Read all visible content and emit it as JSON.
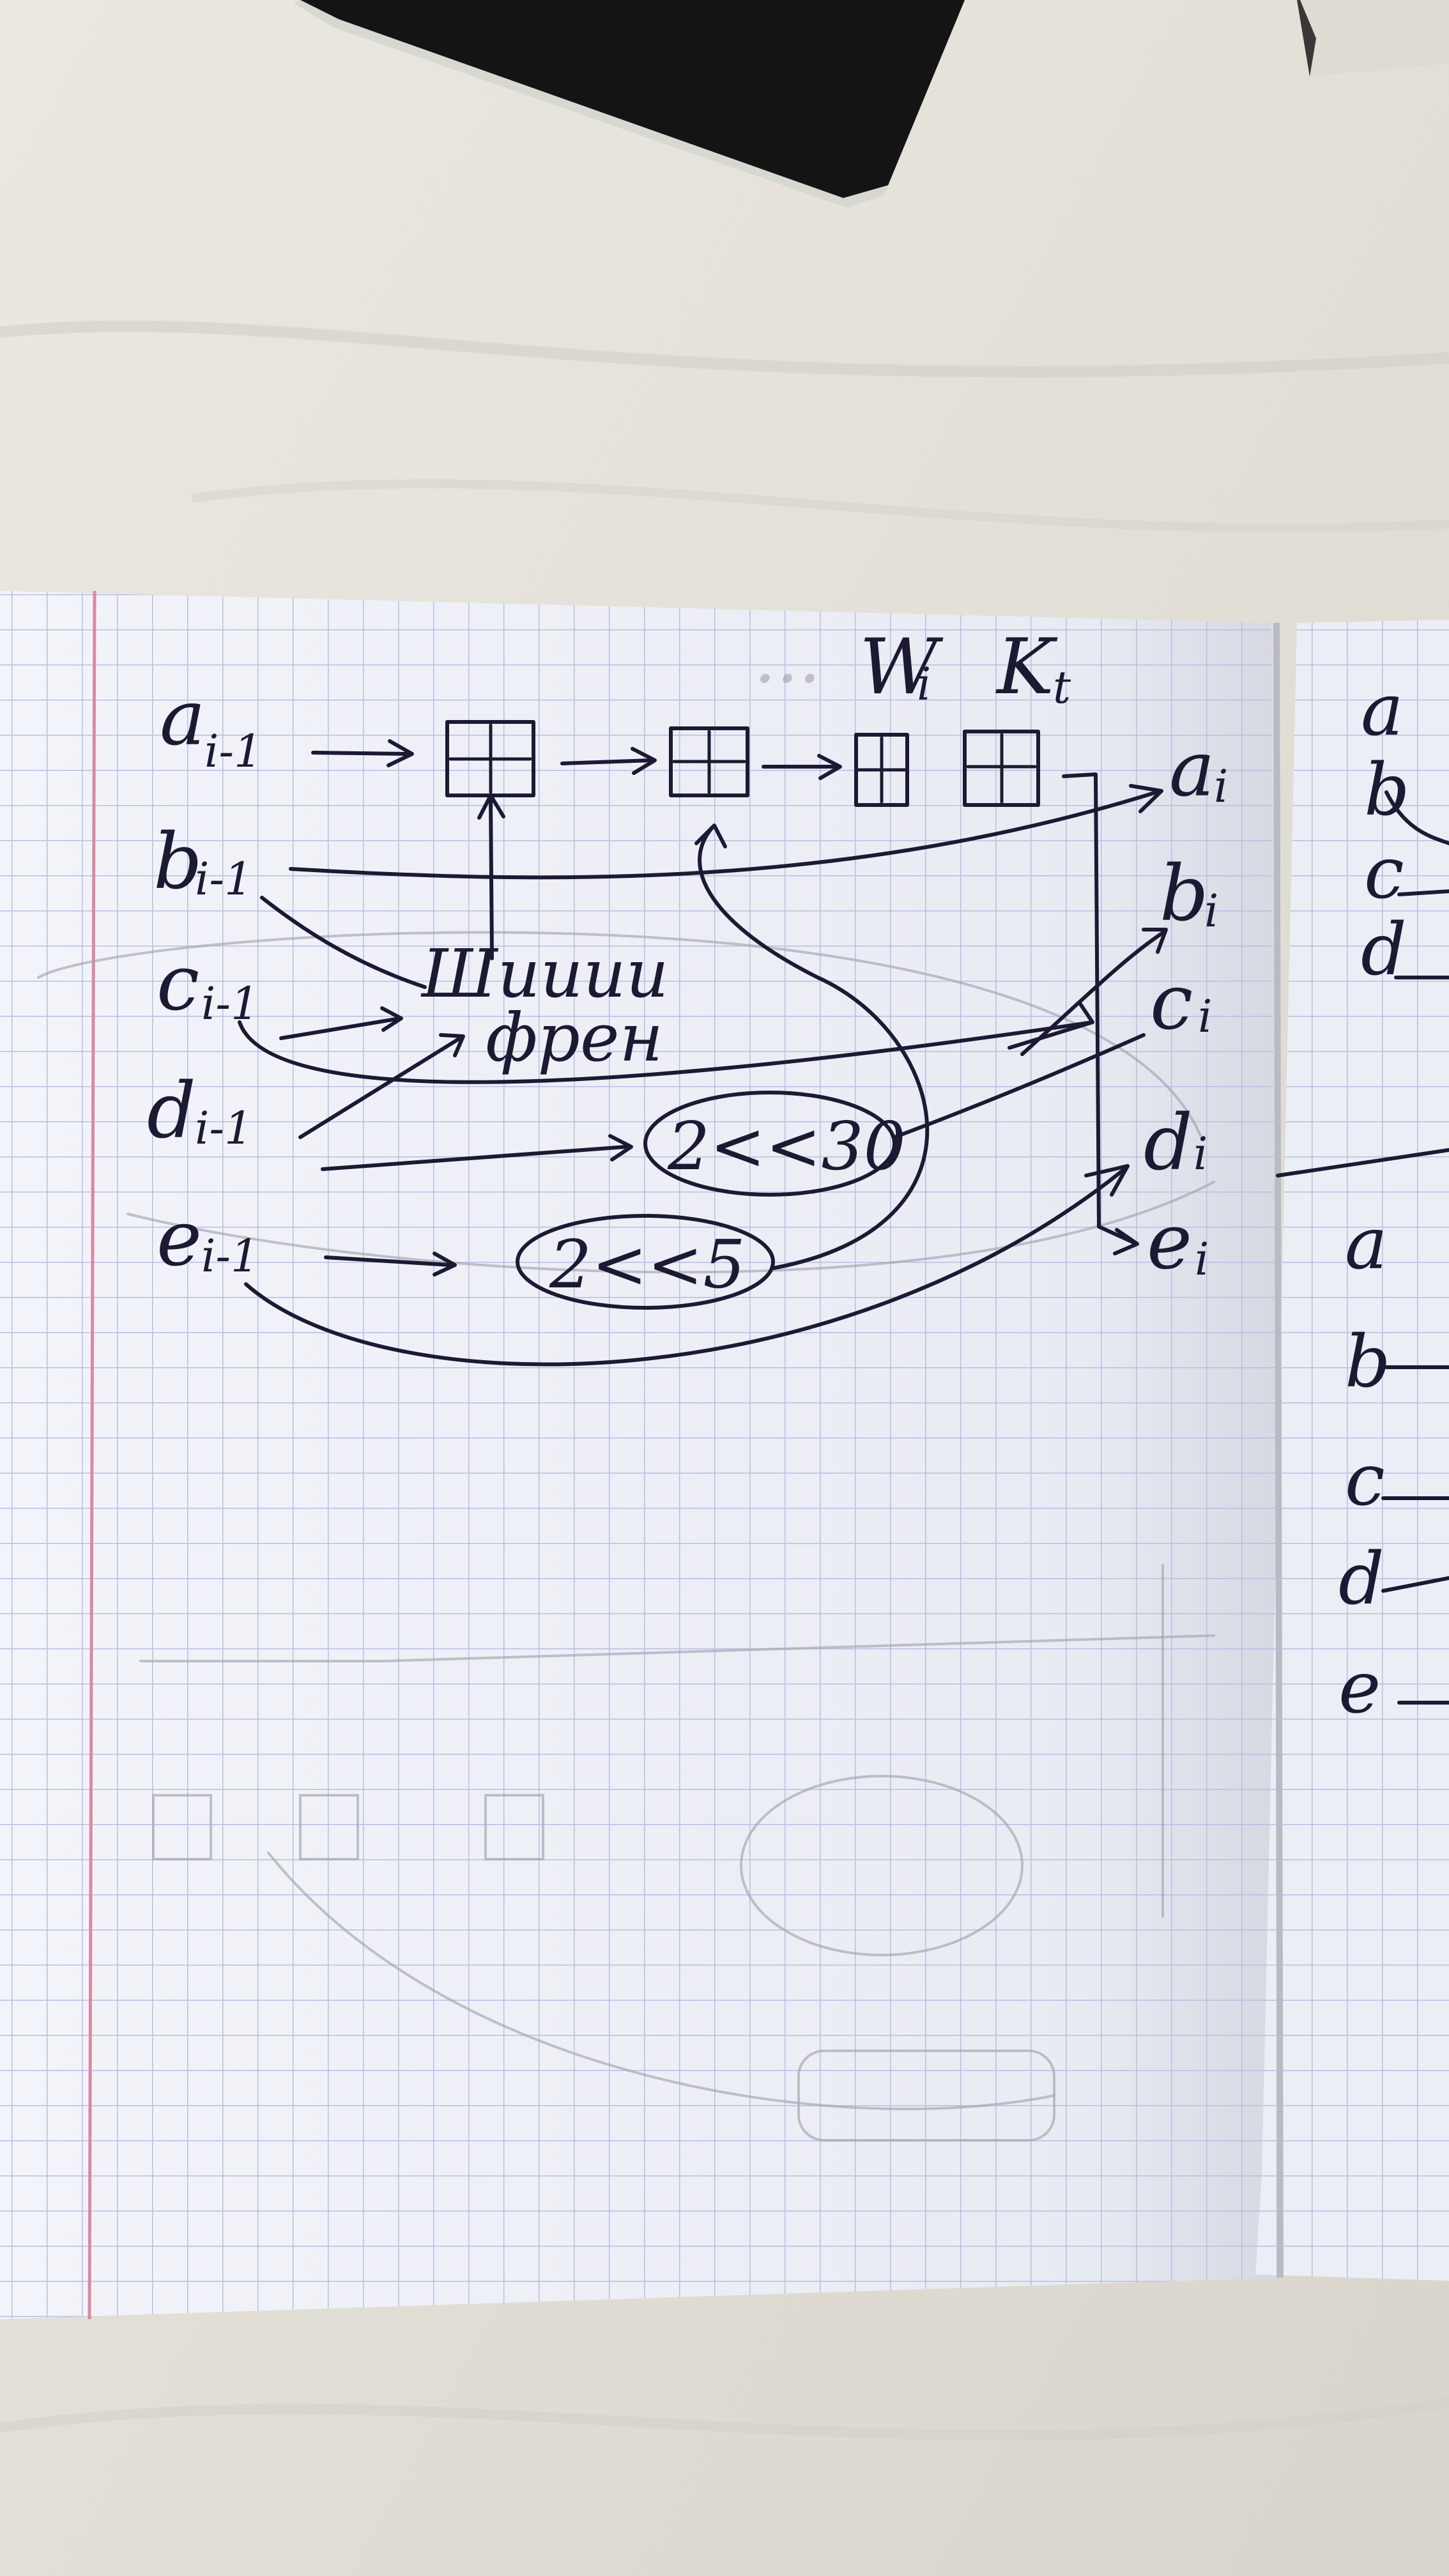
{
  "notebook": {
    "top_labels": {
      "weight": "W",
      "weight_sub": "i",
      "key": "K",
      "key_sub": "t"
    },
    "inputs": [
      {
        "base": "a",
        "sub": "i-1"
      },
      {
        "base": "b",
        "sub": "i-1"
      },
      {
        "base": "c",
        "sub": "i-1"
      },
      {
        "base": "d",
        "sub": "i-1"
      },
      {
        "base": "e",
        "sub": "i-1"
      }
    ],
    "outputs": [
      {
        "base": "a",
        "sub": "i"
      },
      {
        "base": "b",
        "sub": "i"
      },
      {
        "base": "c",
        "sub": "i"
      },
      {
        "base": "d",
        "sub": "i"
      },
      {
        "base": "e",
        "sub": "i"
      }
    ],
    "function_labels": [
      "Шииии",
      "френ"
    ],
    "rotations": [
      "2<<30",
      "2<<5"
    ],
    "right_page_letters": [
      "a",
      "b",
      "c",
      "d",
      "a",
      "b",
      "c",
      "d",
      "e"
    ]
  },
  "colors": {
    "ink": "#1c1a33",
    "grid": "#b6bfe0",
    "margin_line": "#d98aa0",
    "paper": "#eceef6",
    "fabric": "#e4e1da"
  }
}
